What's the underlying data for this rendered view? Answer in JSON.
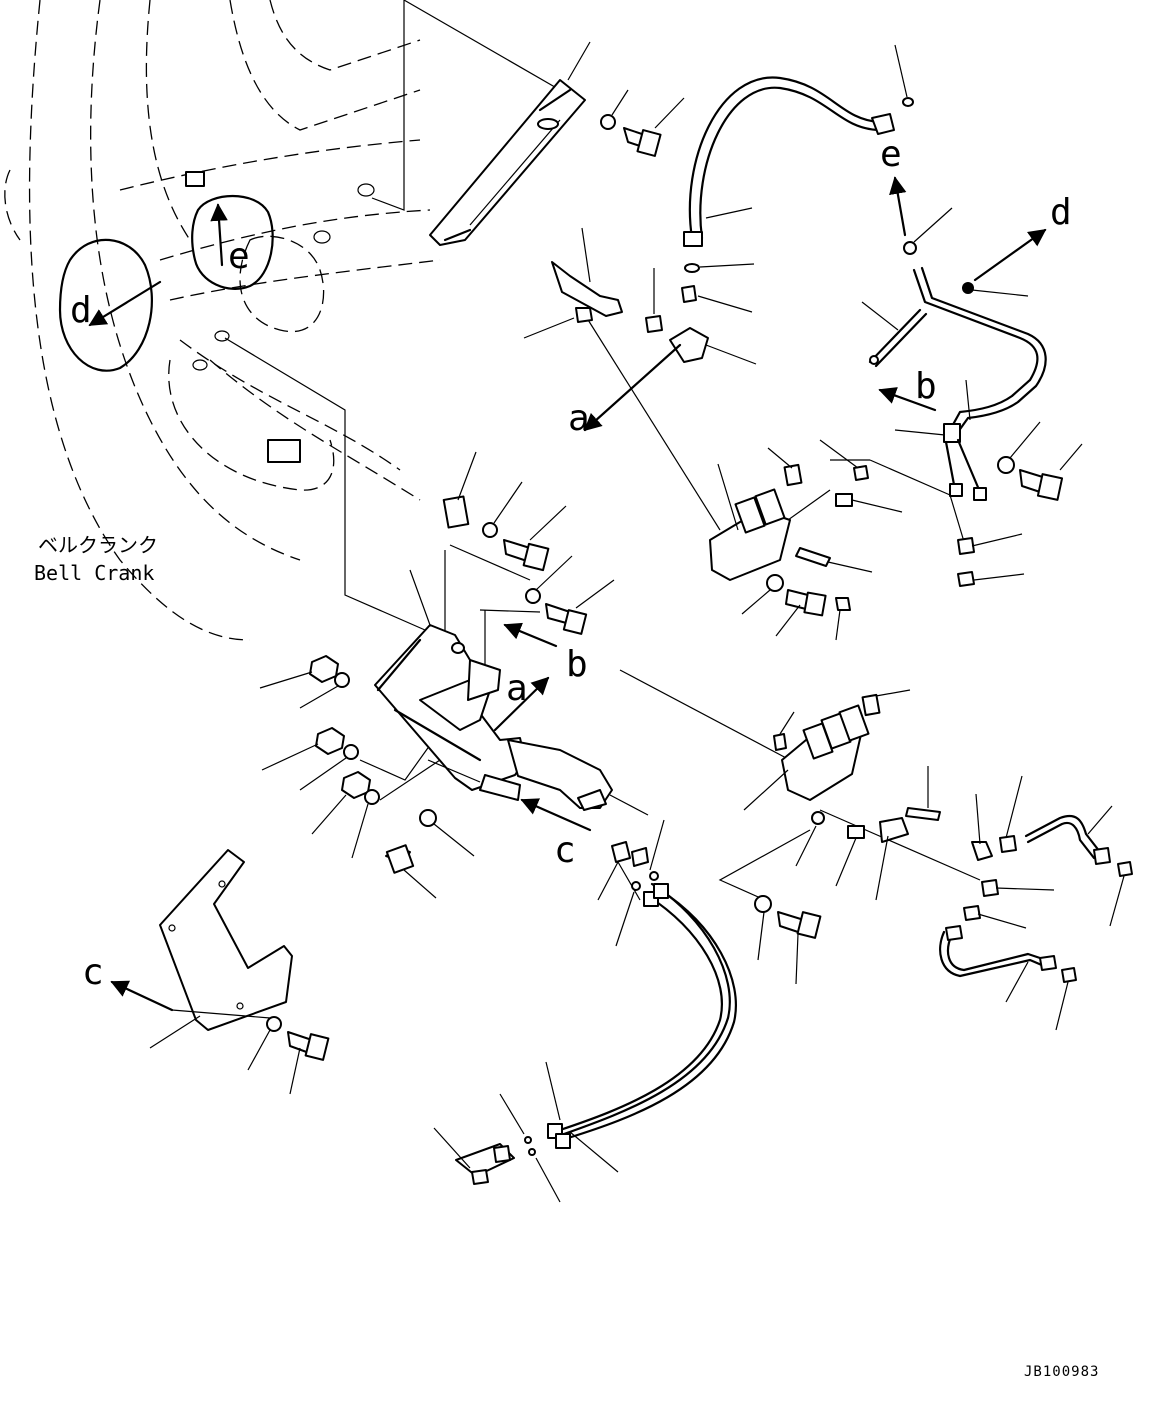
{
  "caption": {
    "japanese": "ベルクランク",
    "english": "Bell Crank"
  },
  "drawing_code": "JB100983",
  "callouts": [
    {
      "id": "d-left",
      "letter": "d"
    },
    {
      "id": "e-left",
      "letter": "e"
    },
    {
      "id": "e-right",
      "letter": "e"
    },
    {
      "id": "d-right",
      "letter": "d"
    },
    {
      "id": "b-upper",
      "letter": "b"
    },
    {
      "id": "a-upper",
      "letter": "a"
    },
    {
      "id": "b-mid",
      "letter": "b"
    },
    {
      "id": "a-mid",
      "letter": "a"
    },
    {
      "id": "c-mid",
      "letter": "c"
    },
    {
      "id": "c-left",
      "letter": "c"
    }
  ],
  "colors": {
    "ink": "#000000",
    "paper": "#ffffff"
  }
}
